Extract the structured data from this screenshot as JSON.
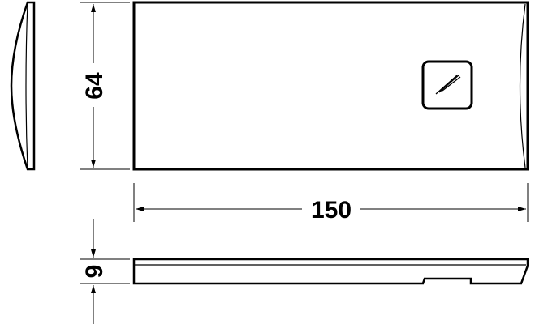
{
  "dimensions": {
    "height": "64",
    "length": "150",
    "thickness": "9"
  },
  "colors": {
    "line": "#000000",
    "background": "#ffffff"
  },
  "icons": [
    "sensor-switch-icon"
  ]
}
